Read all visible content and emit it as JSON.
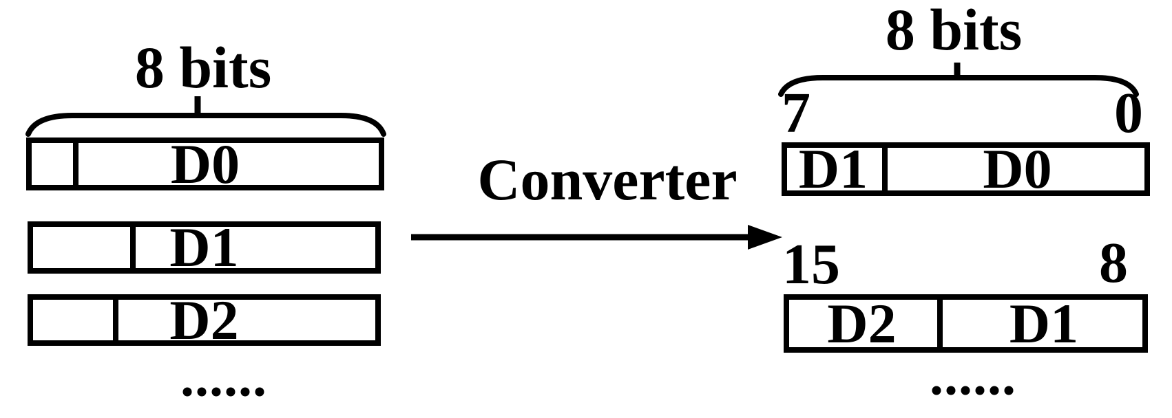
{
  "diagram": {
    "converter_label": "Converter",
    "left": {
      "bit_width_label": "8 bits",
      "rows": [
        {
          "label": "D0"
        },
        {
          "label": "D1"
        },
        {
          "label": "D2"
        }
      ],
      "ellipsis": "......"
    },
    "right": {
      "bit_width_label": "8 bits",
      "words": [
        {
          "high_bit": "7",
          "low_bit": "0",
          "high_cell": "D1",
          "low_cell": "D0"
        },
        {
          "high_bit": "15",
          "low_bit": "8",
          "high_cell": "D2",
          "low_cell": "D1"
        }
      ],
      "ellipsis": "......"
    },
    "colors": {
      "ink": "#000000",
      "background": "#ffffff"
    }
  }
}
